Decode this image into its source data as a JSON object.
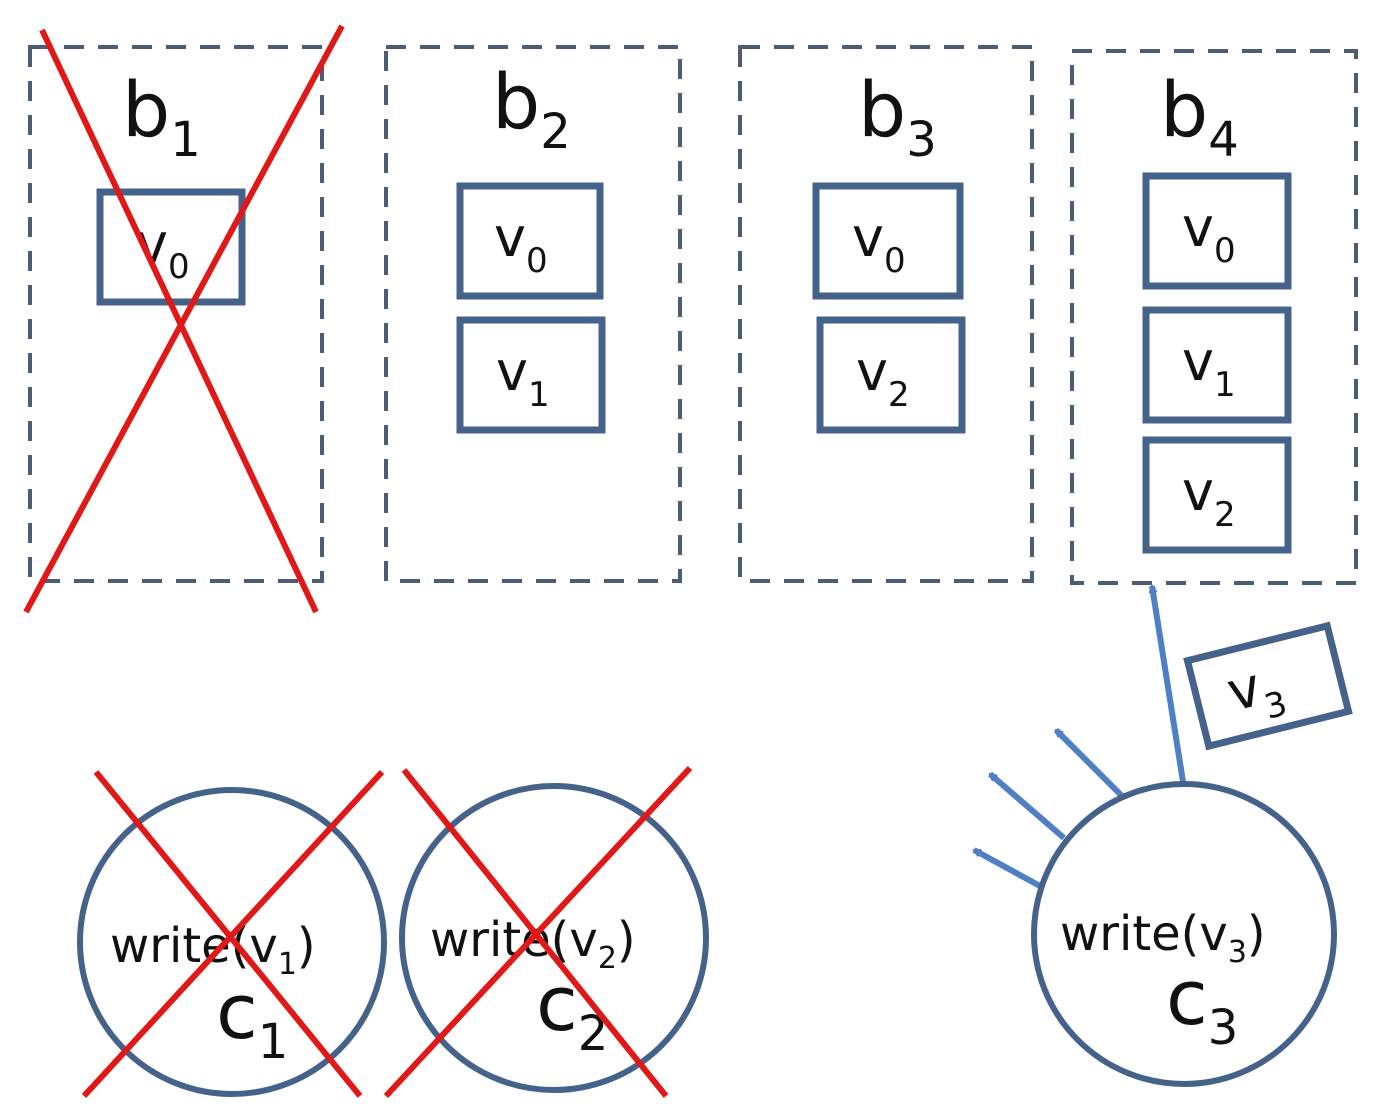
{
  "colors": {
    "outline": "#45628a",
    "dash": "#4a5d75",
    "arrow": "#4f7fc4",
    "cross": "#e01818",
    "text": "#111111"
  },
  "buckets": [
    {
      "name": "b",
      "sub": "1",
      "crossed": true,
      "values": [
        {
          "name": "v",
          "sub": "0"
        }
      ]
    },
    {
      "name": "b",
      "sub": "2",
      "crossed": false,
      "values": [
        {
          "name": "v",
          "sub": "0"
        },
        {
          "name": "v",
          "sub": "1"
        }
      ]
    },
    {
      "name": "b",
      "sub": "3",
      "crossed": false,
      "values": [
        {
          "name": "v",
          "sub": "0"
        },
        {
          "name": "v",
          "sub": "2"
        }
      ]
    },
    {
      "name": "b",
      "sub": "4",
      "crossed": false,
      "values": [
        {
          "name": "v",
          "sub": "0"
        },
        {
          "name": "v",
          "sub": "1"
        },
        {
          "name": "v",
          "sub": "2"
        }
      ]
    }
  ],
  "clients": [
    {
      "op": "write(v",
      "op_sub": "1",
      "op_close": ")",
      "name": "c",
      "sub": "1",
      "crossed": true
    },
    {
      "op": "write(v",
      "op_sub": "2",
      "op_close": ")",
      "name": "c",
      "sub": "2",
      "crossed": true
    },
    {
      "op": "write(v",
      "op_sub": "3",
      "op_close": ")",
      "name": "c",
      "sub": "3",
      "crossed": false
    }
  ],
  "message": {
    "name": "v",
    "sub": "3"
  }
}
